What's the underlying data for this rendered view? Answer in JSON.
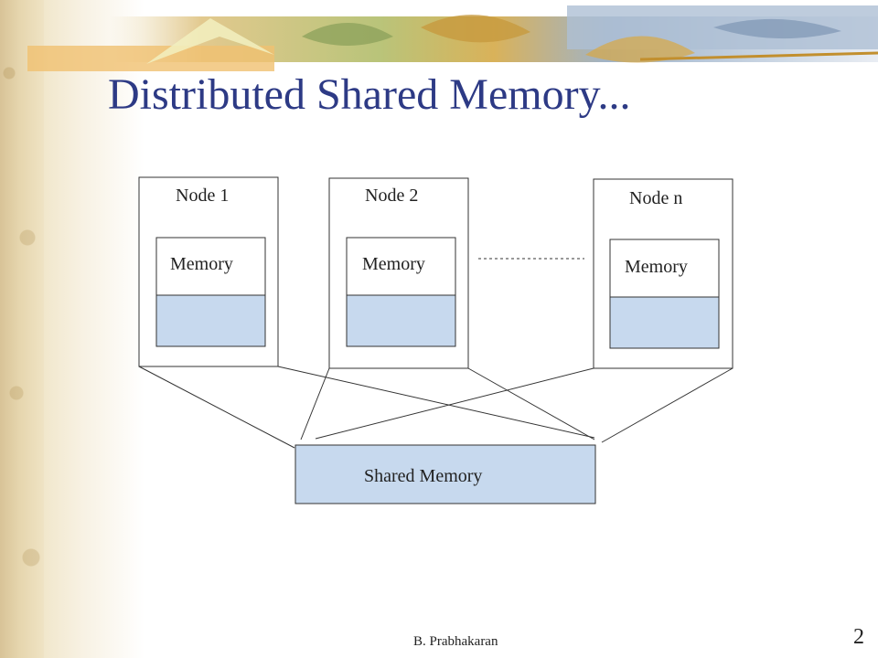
{
  "slide": {
    "title": "Distributed Shared Memory...",
    "author": "B. Prabhakaran",
    "page_number": "2"
  },
  "diagram": {
    "nodes": [
      {
        "label": "Node 1",
        "memory_label": "Memory"
      },
      {
        "label": "Node 2",
        "memory_label": "Memory"
      },
      {
        "label": "Node n",
        "memory_label": "Memory"
      }
    ],
    "shared_memory_label": "Shared Memory"
  },
  "colors": {
    "title": "#2d3a85",
    "memory_fill": "#c7d9ee",
    "shared_fill": "#c7d9ee",
    "line": "#333333"
  }
}
